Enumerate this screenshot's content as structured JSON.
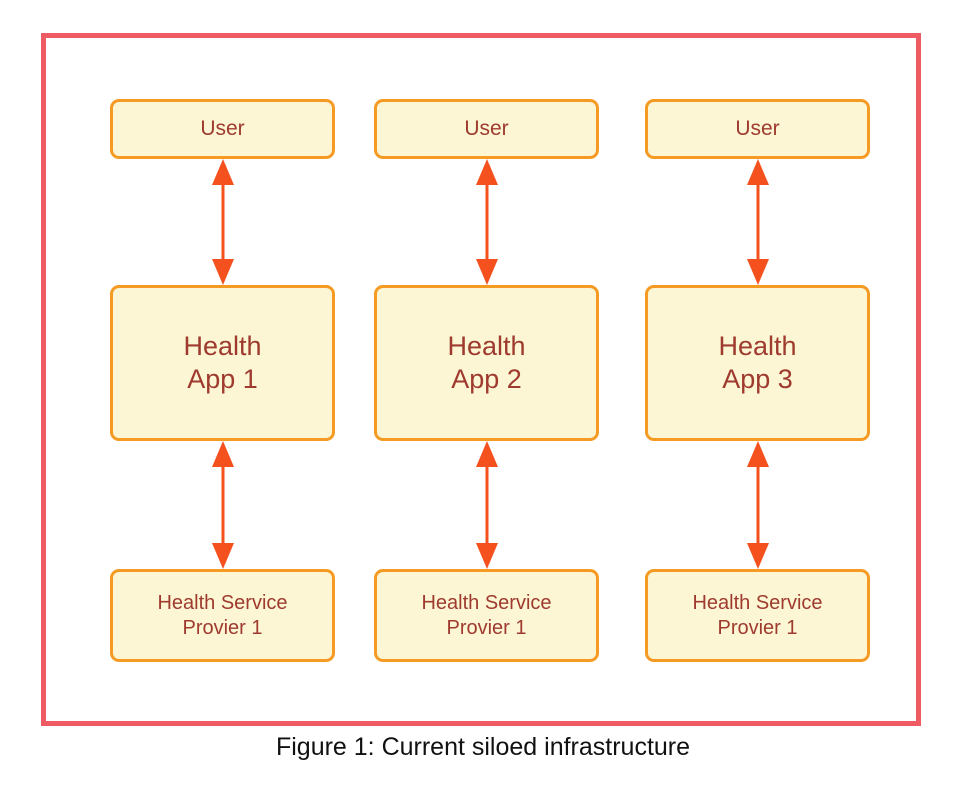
{
  "figure": {
    "caption": "Figure 1: Current siloed infrastructure",
    "frame_color": "#ef5b62",
    "node_fill": "#fcf6d4",
    "node_border": "#f59a23",
    "node_text_color": "#9e3a2e",
    "arrow_color": "#f4511e"
  },
  "diagram": {
    "type": "block-diagram",
    "orientation": "vertical",
    "columns": [
      {
        "id": "column-1",
        "user": {
          "label": "User"
        },
        "app": {
          "line1": "Health",
          "line2": "App 1"
        },
        "provider": {
          "line1": "Health Service",
          "line2": "Provier 1"
        },
        "connectors": [
          {
            "from": "user",
            "to": "app",
            "style": "double-headed-arrow"
          },
          {
            "from": "app",
            "to": "provider",
            "style": "double-headed-arrow"
          }
        ]
      },
      {
        "id": "column-2",
        "user": {
          "label": "User"
        },
        "app": {
          "line1": "Health",
          "line2": "App 2"
        },
        "provider": {
          "line1": "Health Service",
          "line2": "Provier 1"
        },
        "connectors": [
          {
            "from": "user",
            "to": "app",
            "style": "double-headed-arrow"
          },
          {
            "from": "app",
            "to": "provider",
            "style": "double-headed-arrow"
          }
        ]
      },
      {
        "id": "column-3",
        "user": {
          "label": "User"
        },
        "app": {
          "line1": "Health",
          "line2": "App 3"
        },
        "provider": {
          "line1": "Health Service",
          "line2": "Provier 1"
        },
        "connectors": [
          {
            "from": "user",
            "to": "app",
            "style": "double-headed-arrow"
          },
          {
            "from": "app",
            "to": "provider",
            "style": "double-headed-arrow"
          }
        ]
      }
    ]
  }
}
